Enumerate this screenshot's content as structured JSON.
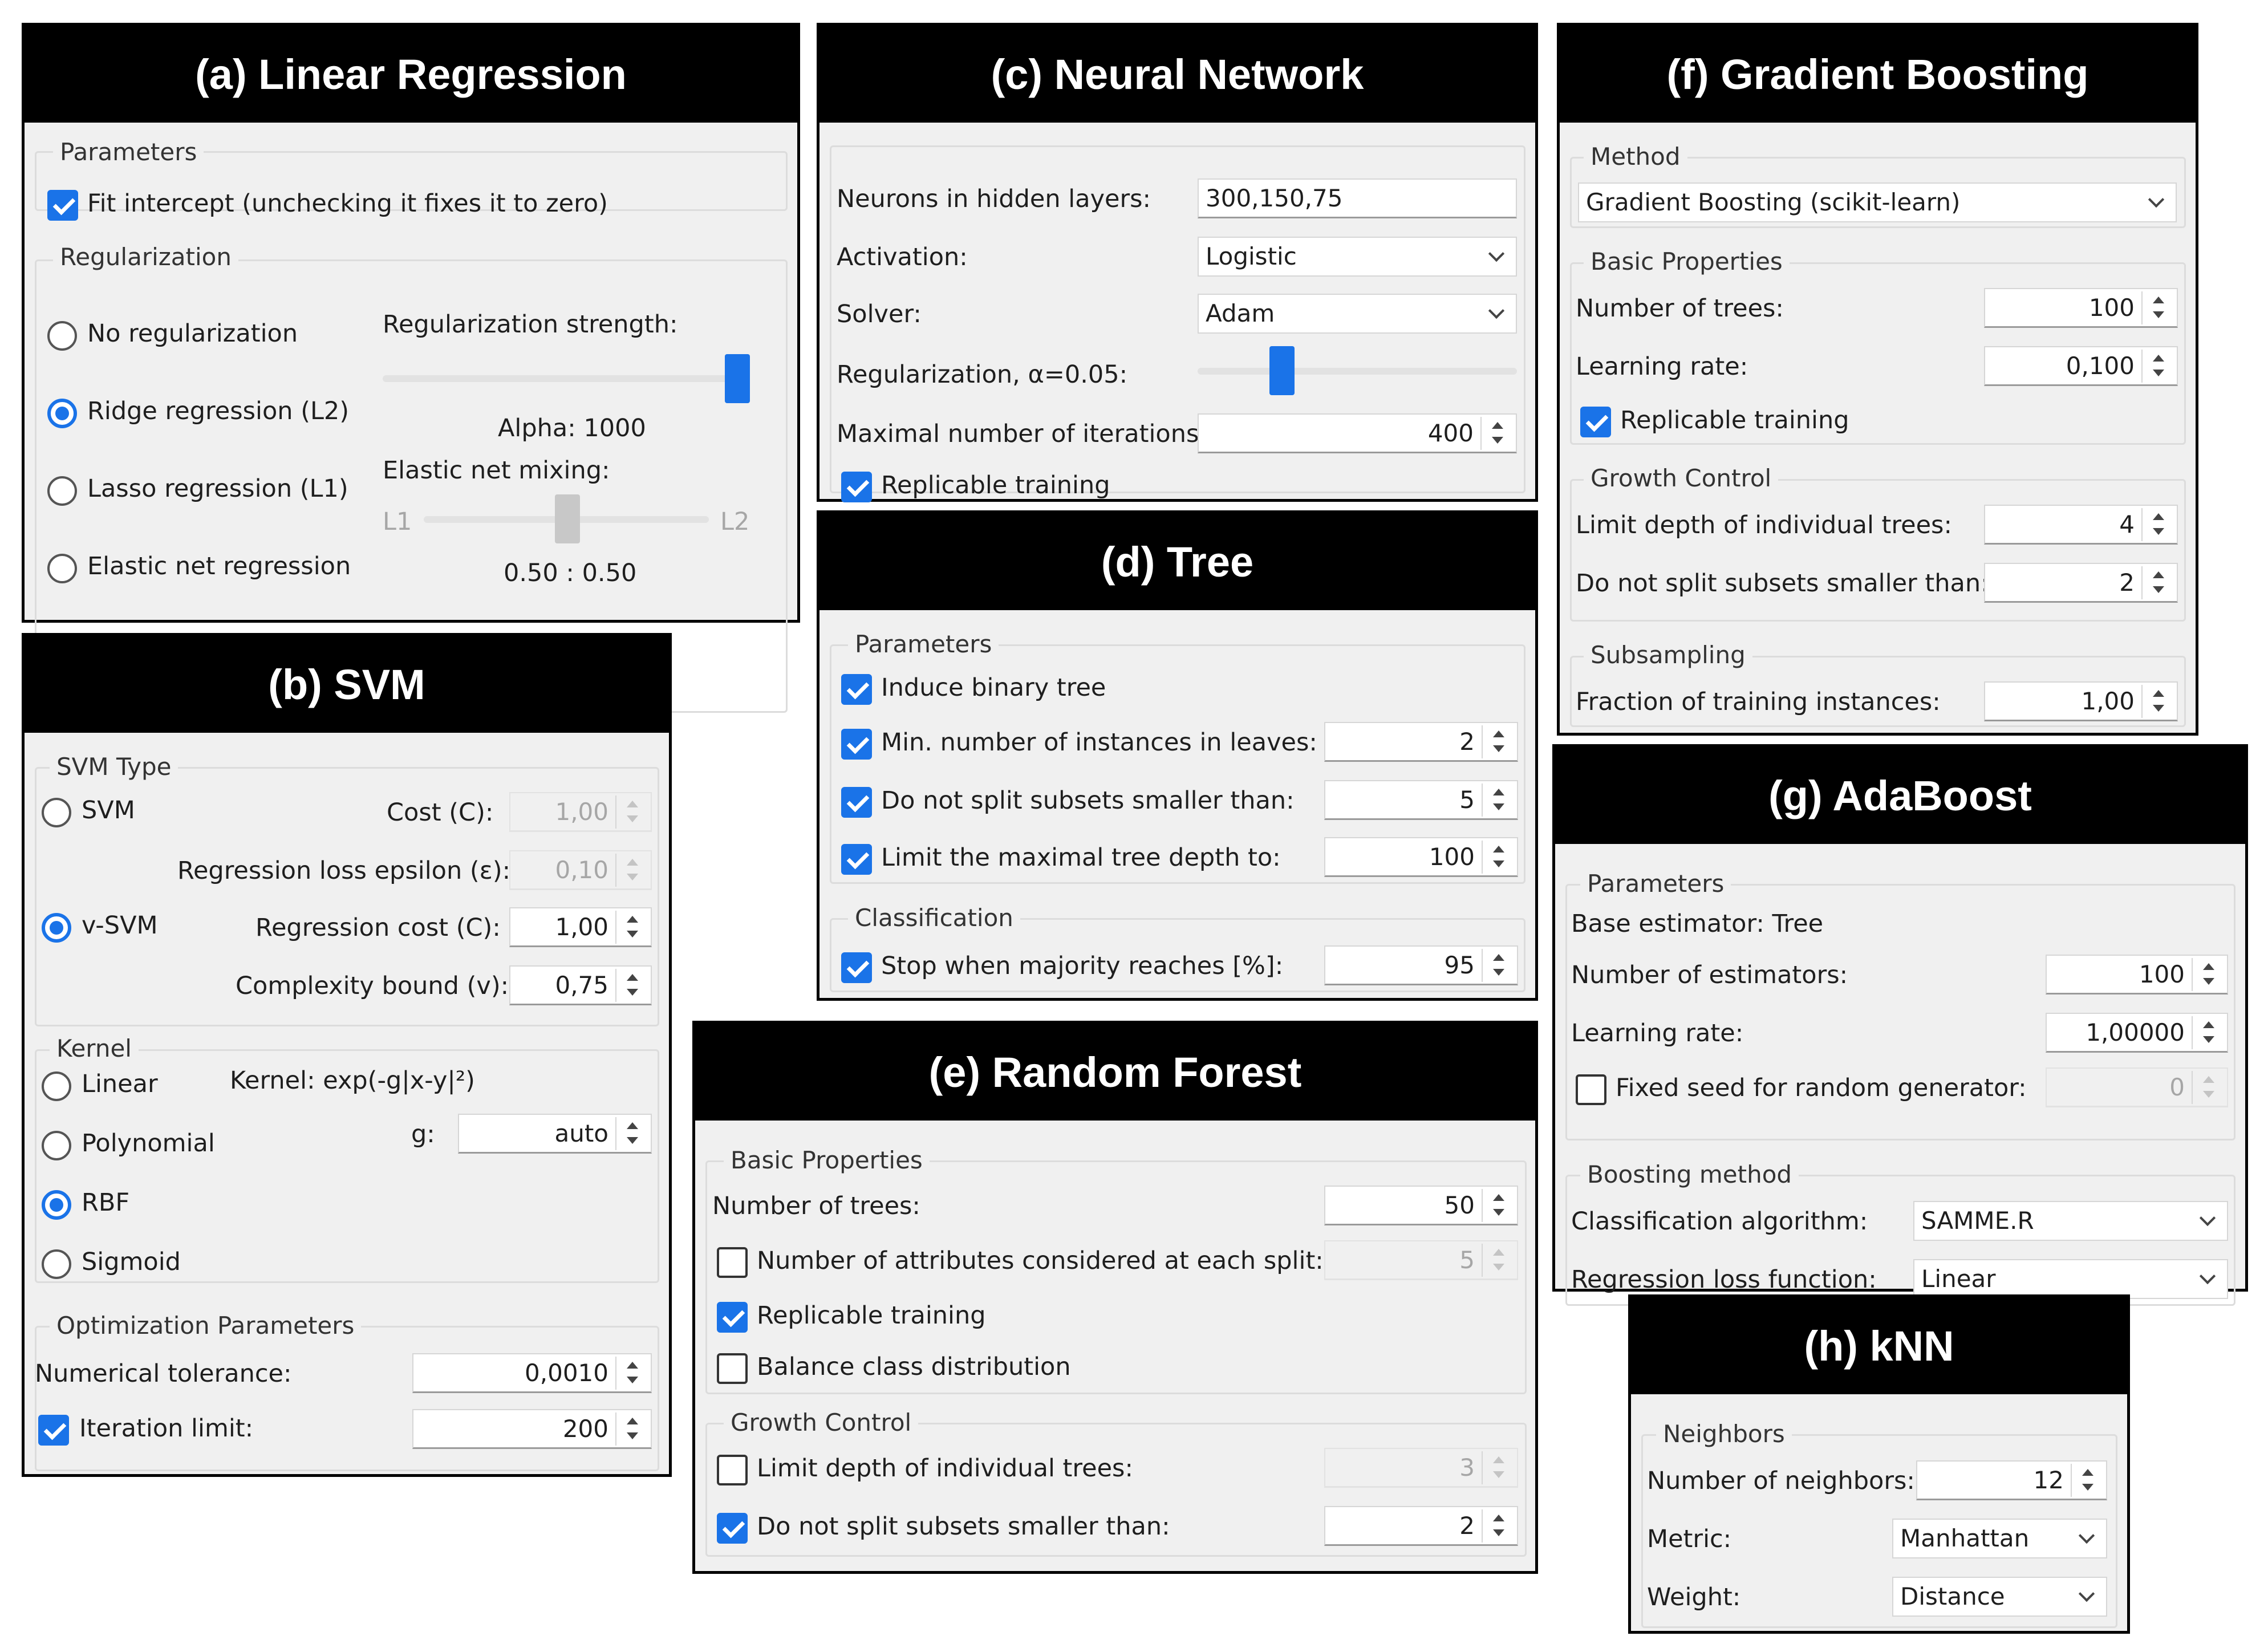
{
  "lr": {
    "title": "(a) Linear Regression",
    "parameters": "Parameters",
    "fit_intercept": "Fit intercept (unchecking it fixes it to zero)",
    "regularization": "Regularization",
    "opts": [
      "No regularization",
      "Ridge regression (L2)",
      "Lasso regression (L1)",
      "Elastic net regression"
    ],
    "selected": "Ridge regression (L2)",
    "strength_label": "Regularization strength:",
    "alpha": "Alpha: 1000",
    "mixing_label": "Elastic net mixing:",
    "l1": "L1",
    "l2": "L2",
    "ratio": "0.50 : 0.50",
    "strength_level": 1.0,
    "mixing_level": 0.5
  },
  "svm": {
    "title": "(b) SVM",
    "svm_type": "SVM Type",
    "svm": "SVM",
    "cost": "Cost (C):",
    "cost_val": "1,00",
    "eps": "Regression loss epsilon (ε):",
    "eps_val": "0,10",
    "nusvm": "v-SVM",
    "rcost": "Regression cost (C):",
    "rcost_val": "1,00",
    "bound": "Complexity bound (v):",
    "bound_val": "0,75",
    "kernel": "Kernel",
    "linear": "Linear",
    "formula": "Kernel: exp(-g|x-y|²)",
    "poly": "Polynomial",
    "g": "g:",
    "g_val": "auto",
    "rbf": "RBF",
    "sigmoid": "Sigmoid",
    "opt": "Optimization Parameters",
    "tol": "Numerical tolerance:",
    "tol_val": "0,0010",
    "iter": "Iteration limit:",
    "iter_val": "200"
  },
  "nn": {
    "title": "(c) Neural Network",
    "neurons": "Neurons in hidden layers:",
    "neurons_val": "300,150,75",
    "activation": "Activation:",
    "activation_val": "Logistic",
    "solver": "Solver:",
    "solver_val": "Adam",
    "reg": "Regularization, α=0.05:",
    "reg_level": 0.28,
    "maxiter": "Maximal number of iterations:",
    "maxiter_val": "400",
    "replicable": "Replicable training"
  },
  "tree": {
    "title": "(d) Tree",
    "parameters": "Parameters",
    "binary": "Induce binary tree",
    "min_leaves": "Min. number of instances in leaves:",
    "min_leaves_val": "2",
    "no_split": "Do not split subsets smaller than:",
    "no_split_val": "5",
    "max_depth": "Limit the maximal tree depth to:",
    "max_depth_val": "100",
    "classification": "Classification",
    "stop": "Stop when majority reaches [%]:",
    "stop_val": "95"
  },
  "rf": {
    "title": "(e) Random Forest",
    "basic": "Basic Properties",
    "trees": "Number of trees:",
    "trees_val": "50",
    "attrs": "Number of attributes considered at each split:",
    "attrs_val": "5",
    "replicable": "Replicable training",
    "balance": "Balance class distribution",
    "growth": "Growth Control",
    "limit": "Limit depth of individual trees:",
    "limit_val": "3",
    "nosplit": "Do not split subsets smaller than:",
    "nosplit_val": "2"
  },
  "gb": {
    "title": "(f) Gradient Boosting",
    "method": "Method",
    "method_val": "Gradient Boosting (scikit-learn)",
    "basic": "Basic Properties",
    "trees": "Number of trees:",
    "trees_val": "100",
    "lr": "Learning rate:",
    "lr_val": "0,100",
    "replicable": "Replicable training",
    "growth": "Growth Control",
    "depth": "Limit depth of individual trees:",
    "depth_val": "4",
    "nosplit": "Do not split subsets smaller than:",
    "nosplit_val": "2",
    "sub": "Subsampling",
    "frac": "Fraction of training instances:",
    "frac_val": "1,00"
  },
  "ada": {
    "title": "(g) AdaBoost",
    "parameters": "Parameters",
    "base": "Base estimator: Tree",
    "n_est": "Number of estimators:",
    "n_est_val": "100",
    "lr": "Learning rate:",
    "lr_val": "1,00000",
    "seed": "Fixed seed for random generator:",
    "seed_val": "0",
    "boost": "Boosting method",
    "algo": "Classification algorithm:",
    "algo_val": "SAMME.R",
    "loss": "Regression loss function:",
    "loss_val": "Linear"
  },
  "knn": {
    "title": "(h) kNN",
    "neighbors": "Neighbors",
    "num": "Number of neighbors:",
    "num_val": "12",
    "metric": "Metric:",
    "metric_val": "Manhattan",
    "weight": "Weight:",
    "weight_val": "Distance"
  }
}
